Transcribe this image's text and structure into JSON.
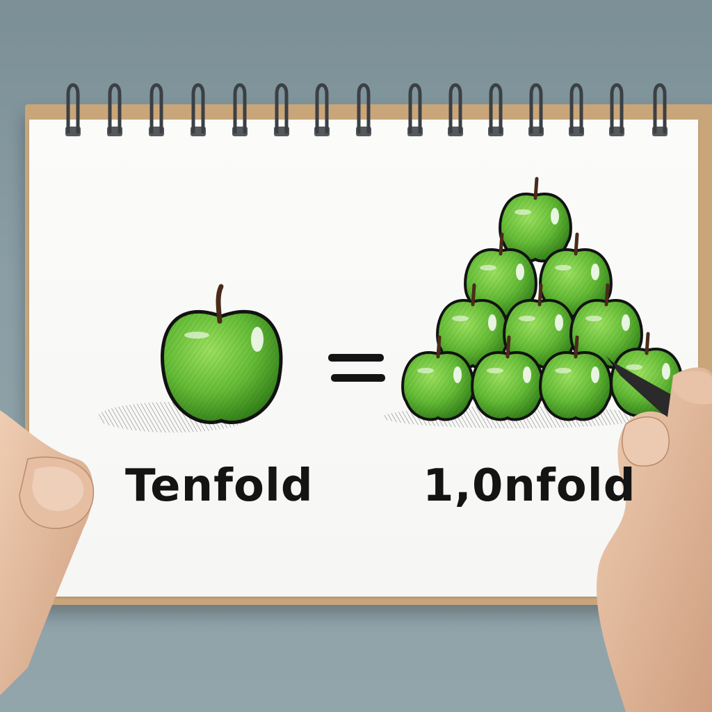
{
  "labels": {
    "left": "Tenfold",
    "right": "1,0nfold"
  },
  "colors": {
    "background": "#8a9ea5",
    "paper": "#f8f8f7",
    "cardboard": "#c9a57a",
    "apple": "#6cc13c",
    "ink": "#141414",
    "skin": "#e2b89a"
  },
  "illustration": {
    "left_apples": 1,
    "right_apples": 10,
    "symbol": "equals-sign"
  }
}
